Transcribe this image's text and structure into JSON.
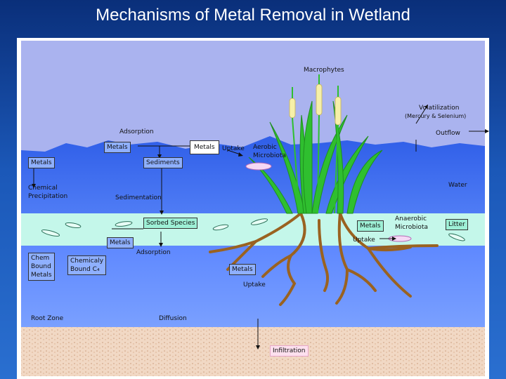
{
  "title": "Mechanisms of Metal Removal in Wetland",
  "labels": {
    "macrophytes": "Macrophytes",
    "volatilization": "Volatilization",
    "volatilization_note": "(Mercury & Selenium)",
    "outflow": "Outflow",
    "adsorption_top": "Adsorption",
    "metals_top": "Metals",
    "sediments": "Sediments",
    "metals_uptake": "Metals",
    "uptake_top": "Uptake",
    "aerobic_microbiota": "Aerobic\nMicrobiota",
    "metals_left": "Metals",
    "chemical_precipitation": "Chemical\nPrecipitation",
    "sedimentation": "Sedimentation",
    "water": "Water",
    "sorbed_species": "Sorbed Species",
    "metals_right": "Metals",
    "anaerobic_microbiota": "Anaerobic\nMicrobiota",
    "litter": "Litter",
    "metals_mid": "Metals",
    "adsorption_mid": "Adsorption",
    "uptake_right": "Uptake",
    "chem_bound_metals": "Chem\nBound\nMetals",
    "chemically_bound": "Chemicaly\nBound C₄",
    "metals_root": "Metals",
    "uptake_root": "Uptake",
    "root_zone": "Root Zone",
    "diffusion": "Diffusion",
    "infiltration": "Infiltration"
  },
  "colors": {
    "sky": "#aab3ef",
    "water_upper": "#3f6ef0",
    "water_lower": "#6f97ff",
    "sorbed_band": "#c4f7ea",
    "soil": "#f3dccb",
    "root": "#9a6220",
    "leaf": "#2fbf2f",
    "cattail": "#f6f0a8"
  }
}
